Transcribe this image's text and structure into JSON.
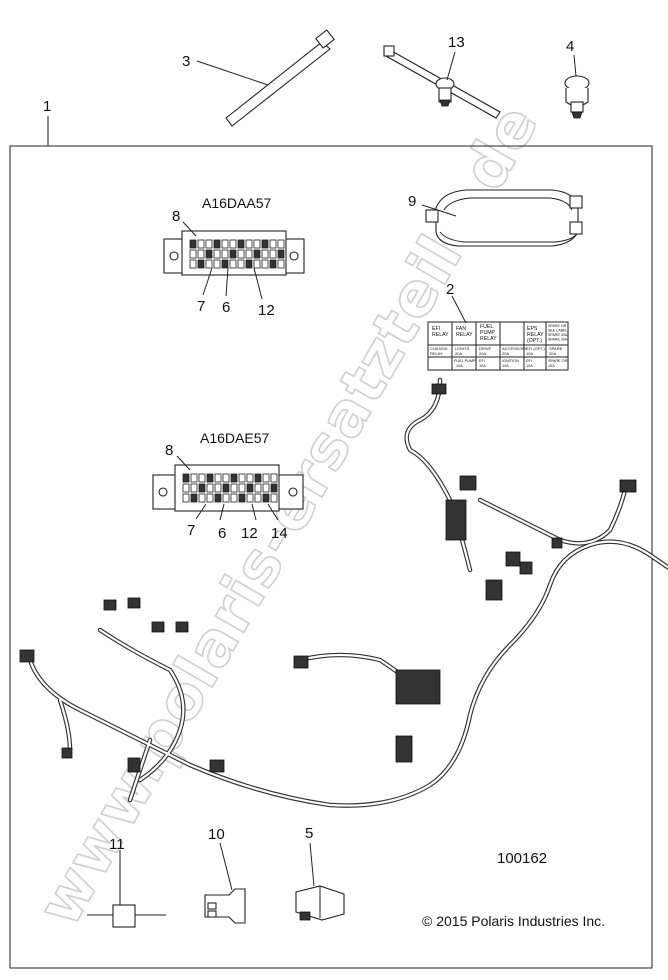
{
  "callouts": {
    "c1": "1",
    "c2": "2",
    "c3": "3",
    "c4": "4",
    "c5": "5",
    "c9": "9",
    "c10": "10",
    "c11": "11",
    "c13": "13"
  },
  "connector_top": {
    "code": "A16DAA57",
    "labels": {
      "l8": "8",
      "l7": "7",
      "l6": "6",
      "l12": "12"
    }
  },
  "connector_bottom": {
    "code": "A16DAE57",
    "labels": {
      "l8": "8",
      "l7": "7",
      "l6": "6",
      "l12": "12",
      "l14": "14"
    }
  },
  "relay_label": {
    "r1": [
      "EFI",
      "RELAY"
    ],
    "r2": [
      "FAN",
      "RELAY"
    ],
    "r3": [
      "FUEL",
      "PUMP",
      "RELAY"
    ],
    "r4": [
      "EPS",
      "RELAY",
      "(OPT.)"
    ],
    "r5": [
      "SPARE OR",
      "SEE LABEL",
      "SPARE 30A",
      "SPARE 30A"
    ],
    "row2": [
      "CHASSIS",
      "RELAY",
      "LIGHTS",
      "20A",
      "DRIVE",
      "20A",
      "ACCESSORY",
      "20A",
      "EFI (OPT.)",
      "10A",
      "SPARE",
      "20A"
    ],
    "row3": [
      "FUEL PUMP",
      "10A",
      "EFI",
      "10A",
      "IGNITION",
      "10A",
      "EFI",
      "10A",
      "SPARE OR",
      "15A"
    ]
  },
  "diagram_number": "100162",
  "copyright": "© 2015 Polaris Industries Inc.",
  "watermark": "www.polaris-ersatzteile.de"
}
